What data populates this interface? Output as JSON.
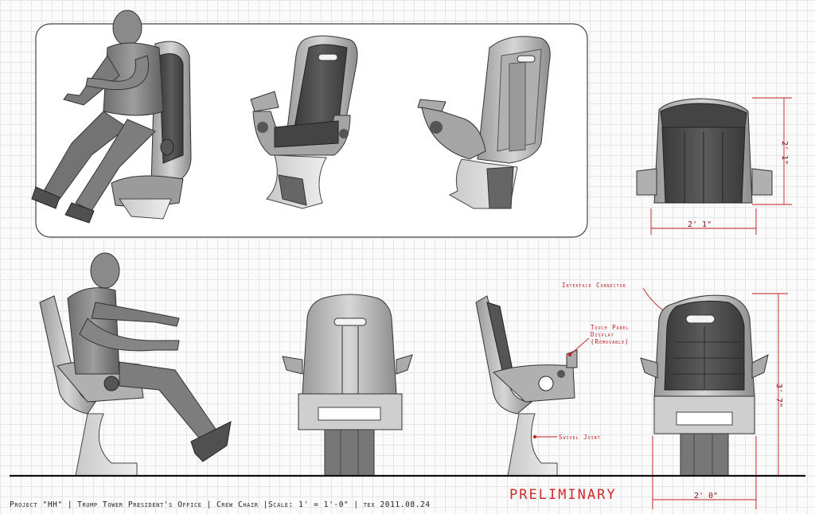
{
  "annotations": {
    "interface_connector": "Interface Connector",
    "touch_panel_display": "Touch Panel\nDisplay\n(Removable)",
    "swivel_joint": "Swivel Joint"
  },
  "dimensions": {
    "top_height": "2' 1\"",
    "top_width": "2' 1\"",
    "front_height": "3' 7\"",
    "front_width": "2' 0\""
  },
  "stamp": "PRELIMINARY",
  "title_block": {
    "project": "Project \"HH\"",
    "location": "Trump Tower President's Office",
    "item": "Crew Chair",
    "scale": "Scale: 1' = 1'-0\"",
    "author_date": "tex 2011.08.24"
  },
  "colors": {
    "annotation": "#c41e1e",
    "dimension": "#8a0f0f",
    "ground_line": "#111111",
    "seat_dark": "#4a4a4a",
    "shell": "#bdbdbd"
  }
}
